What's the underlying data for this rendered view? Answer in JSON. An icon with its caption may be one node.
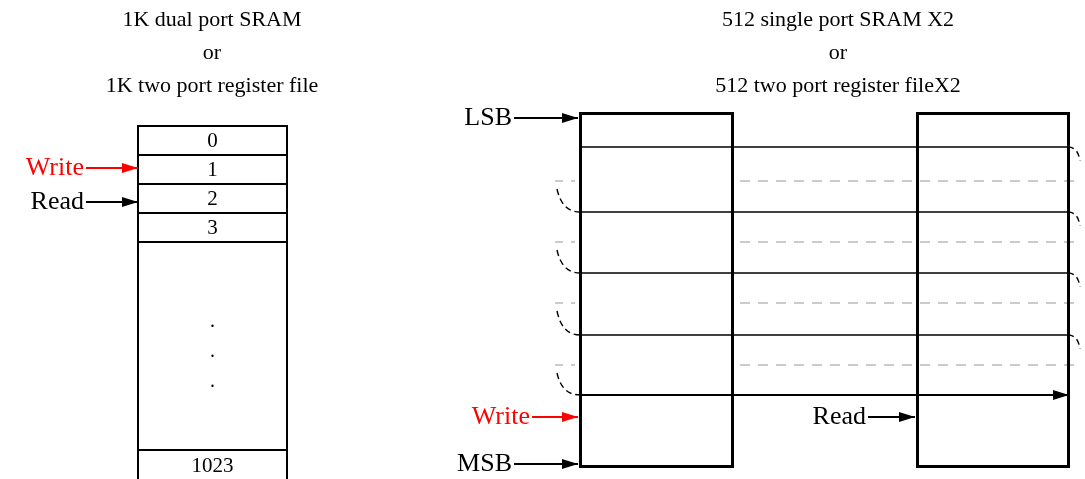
{
  "diagram": {
    "nodes": [
      {
        "text": [],
        "shape": "box"
      },
      {
        "text": [
          "0"
        ],
        "in": 0
      },
      {
        "text": [
          "1"
        ],
        "in": 0
      },
      {
        "text": [
          "2"
        ],
        "in": 0
      },
      {
        "text": [
          "3"
        ],
        "in": 0
      },
      {
        "text": [
          "1023"
        ],
        "in": 0
      },
      {
        "text": [
          "Write"
        ]
      },
      {
        "text": [
          "Read"
        ]
      },
      {
        "text": [
          "LSB"
        ]
      },
      {
        "text": [],
        "shape": "box"
      },
      {
        "text": [],
        "shape": "box"
      },
      {
        "text": [
          "Write"
        ]
      },
      {
        "text": [
          "MSB"
        ]
      },
      {
        "text": [
          "Read"
        ]
      }
    ],
    "edges": [
      {
        "from": 6,
        "to": 2,
        "arrow": "to",
        "color": "#ff0000"
      },
      {
        "from": 7,
        "to": 3,
        "arrow": "to"
      },
      {
        "from": 8,
        "to": 9,
        "arrow": "to"
      },
      {
        "from": 11,
        "to": 9,
        "arrow": "to",
        "color": "#ff0000"
      },
      {
        "from": 12,
        "to": 9,
        "arrow": "to"
      },
      {
        "from": 9,
        "to": 10,
        "arrow": "to"
      },
      {
        "from": 13,
        "to": 10,
        "arrow": "to"
      }
    ],
    "labels": [
      "1K dual port SRAM",
      "or",
      "1K two port register file",
      "512 single port SRAM X2",
      "or",
      "512 two port register fileX2",
      ".",
      ".",
      "."
    ]
  }
}
